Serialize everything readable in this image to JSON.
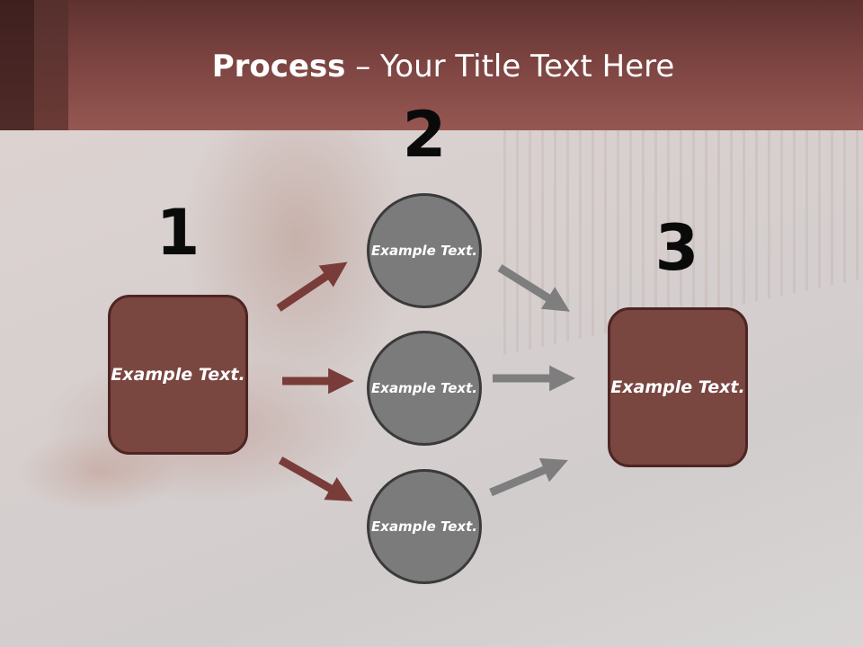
{
  "title": {
    "bold": "Process",
    "rest": " – Your Title Text Here"
  },
  "steps": {
    "one": "1",
    "two": "2",
    "three": "3"
  },
  "nodes": {
    "start": "Example Text.",
    "middle": [
      "Example Text.",
      "Example Text.",
      "Example Text."
    ],
    "end": "Example Text."
  },
  "colors": {
    "header": "#7b4340",
    "box_fill": "#794640",
    "circle_fill": "#7b7b7b",
    "arrow_left": "#7a3c38",
    "arrow_right": "#7e7e7e"
  }
}
